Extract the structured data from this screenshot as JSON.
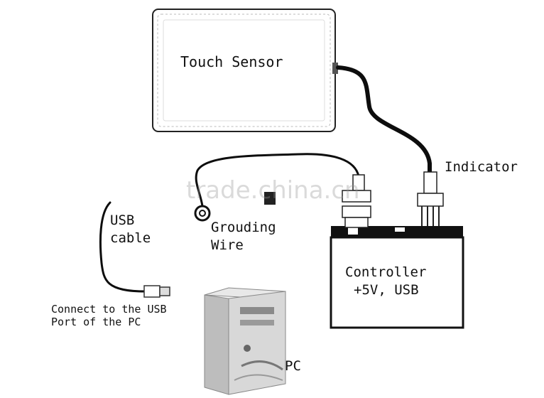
{
  "labels": {
    "touch_sensor": "Touch Sensor",
    "indicator": "Indicator",
    "usb_cable_line1": "USB",
    "usb_cable_line2": "cable",
    "grounding_line1": "Grouding",
    "grounding_line2": "Wire",
    "controller_line1": "Controller",
    "controller_line2": "+5V, USB",
    "connect_line1": "Connect to the USB",
    "connect_line2": "Port of the PC",
    "pc": "PC"
  },
  "watermark": "trade.china.cn",
  "colors": {
    "line": "#111111",
    "panel_edge": "#222222",
    "cable": "#0d0d0d",
    "pc_body": "#d8d8d8",
    "pc_shadow": "#9a9a9a"
  },
  "icons": [
    "touch-panel-icon",
    "controller-box-icon",
    "pc-tower-icon",
    "usb-plug-icon",
    "ground-ring-icon",
    "connector-icon"
  ]
}
